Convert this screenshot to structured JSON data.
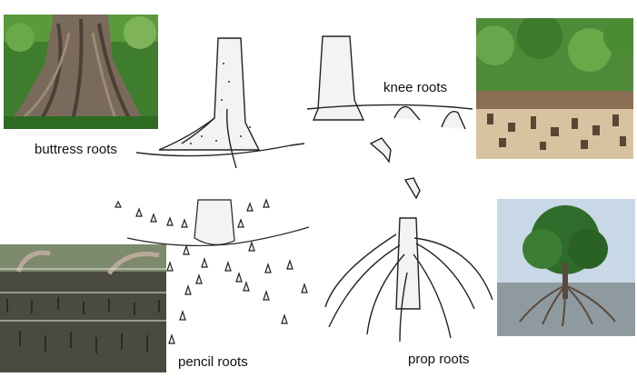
{
  "labels": {
    "buttress": "buttress roots",
    "knee": "knee roots",
    "pencil": "pencil roots",
    "prop": "prop roots"
  },
  "colors": {
    "ink": "#222222",
    "sky": "#c9d8e6",
    "foliage": "#2f6b2a",
    "bark": "#6b5a4c",
    "mud": "#c9b08a",
    "water": "#8e9aa0"
  }
}
